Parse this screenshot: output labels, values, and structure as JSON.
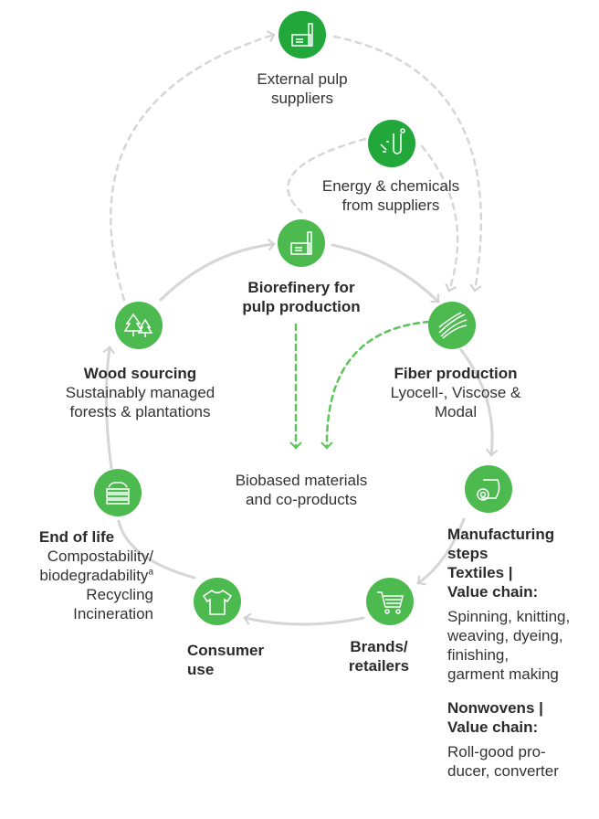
{
  "colors": {
    "node_green": "#4cba4e",
    "node_dark_green": "#22a83a",
    "arrow_gray": "#d6d6d6",
    "arrow_green": "#5cc45a",
    "text": "#333333"
  },
  "nodes": {
    "external_pulp": {
      "icon": "factory-icon",
      "label": [
        "External pulp",
        "suppliers"
      ]
    },
    "energy": {
      "icon": "chemicals-icon",
      "label": [
        "Energy & chemicals",
        "from suppliers"
      ]
    },
    "biorefinery": {
      "icon": "factory-icon",
      "title": [
        "Biorefinery for",
        "pulp production"
      ]
    },
    "wood": {
      "icon": "trees-icon",
      "title": "Wood sourcing",
      "desc": [
        "Sustainably managed",
        "forests & plantations"
      ]
    },
    "fiber": {
      "icon": "fiber-icon",
      "title": "Fiber production",
      "desc": [
        "Lyocell-, Viscose &",
        "Modal"
      ]
    },
    "biobased": {
      "label": [
        "Biobased materials",
        "and co-products"
      ]
    },
    "end_of_life": {
      "icon": "layers-icon",
      "title": "End of life",
      "desc": [
        "Compostability/",
        "biodegradability",
        "Recycling",
        "Incineration"
      ],
      "footnote": "a"
    },
    "manufacturing": {
      "icon": "fabric-roll-icon",
      "title": [
        "Manufacturing",
        "steps",
        "Textiles |",
        "Value chain:"
      ],
      "desc": [
        "Spinning, knitting,",
        "weaving, dyeing,",
        "finishing,",
        "garment making"
      ],
      "nonwovens_title": [
        "Nonwovens |",
        "Value chain:"
      ],
      "nonwovens_desc": [
        "Roll-good pro-",
        "ducer, converter"
      ]
    },
    "brands": {
      "icon": "cart-icon",
      "title": [
        "Brands/",
        "retailers"
      ]
    },
    "consumer": {
      "icon": "tshirt-icon",
      "title": [
        "Consumer",
        "use"
      ]
    }
  }
}
